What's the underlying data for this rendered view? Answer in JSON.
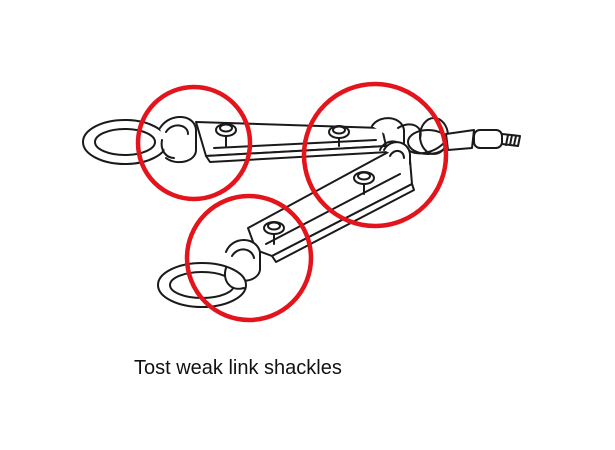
{
  "caption": "Tost weak link shackles",
  "colors": {
    "highlight": "#e3141b",
    "line": "#1a1a1a",
    "background": "#ffffff"
  },
  "highlights": [
    {
      "name": "highlight-circle-upper-left-shackle"
    },
    {
      "name": "highlight-circle-right-shackles"
    },
    {
      "name": "highlight-circle-lower-left-shackle"
    }
  ]
}
